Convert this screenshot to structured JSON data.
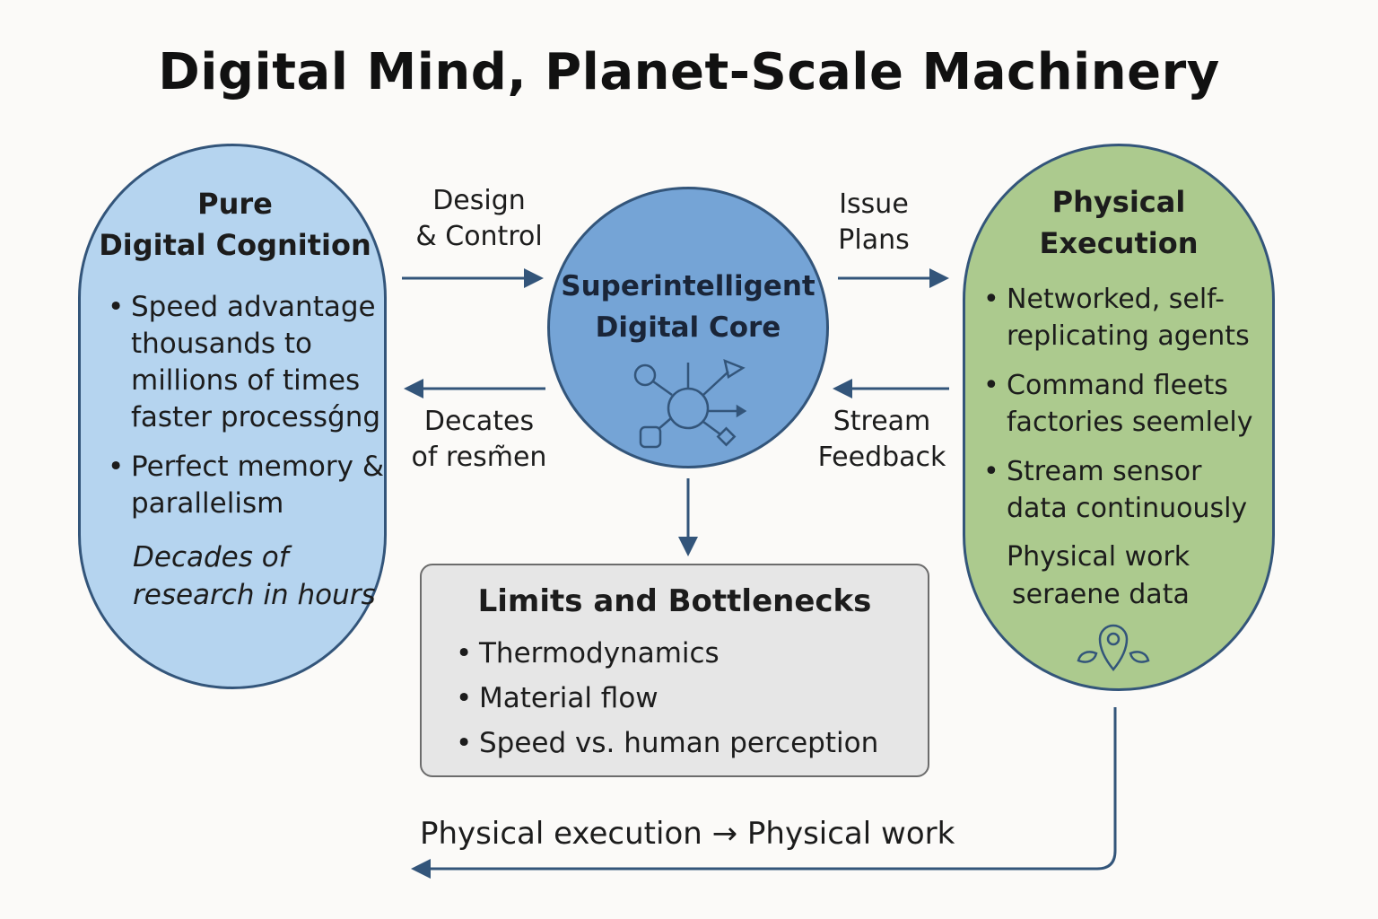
{
  "title": "Digital Mind, Planet-Scale Machinery",
  "colors": {
    "left_fill": "#b5d4ef",
    "right_fill": "#acca8e",
    "core_fill": "#75a4d6",
    "limits_fill": "#e6e6e6",
    "stroke": "#33557a"
  },
  "left": {
    "title_line1": "Pure",
    "title_line2": "Digital Cognition",
    "bullets": [
      "Speed advantage thousands to millions of times faster processǵng",
      "Perfect memory & parallelism"
    ],
    "italic_note": "Decades of research in hours"
  },
  "core": {
    "title_line1": "Superintelligent",
    "title_line2": "Digital Core",
    "icon": "network-hub-icon"
  },
  "right": {
    "title_line1": "Physical",
    "title_line2": "Execution",
    "bullets": [
      "Networked, self-replicating agents",
      "Command fleets factories seemlely",
      "Stream sensor data continuously"
    ],
    "extra_line1": "Physical work",
    "extra_line2": "seraene data",
    "icon": "location-pin-icon"
  },
  "arrows": {
    "design_control_line1": "Design",
    "design_control_line2": "& Control",
    "decates_line1": "Decates",
    "decates_line2": "of resm̃en",
    "issue_plans_line1": "Issue",
    "issue_plans_line2": "Plans",
    "stream_feedback_line1": "Stream",
    "stream_feedback_line2": "Feedback"
  },
  "limits": {
    "title": "Limits and Bottlenecks",
    "bullets": [
      "Thermodynamics",
      "Material flow",
      "Speed vs. human perception"
    ]
  },
  "bottom_label": "Physical execution → Physical work"
}
